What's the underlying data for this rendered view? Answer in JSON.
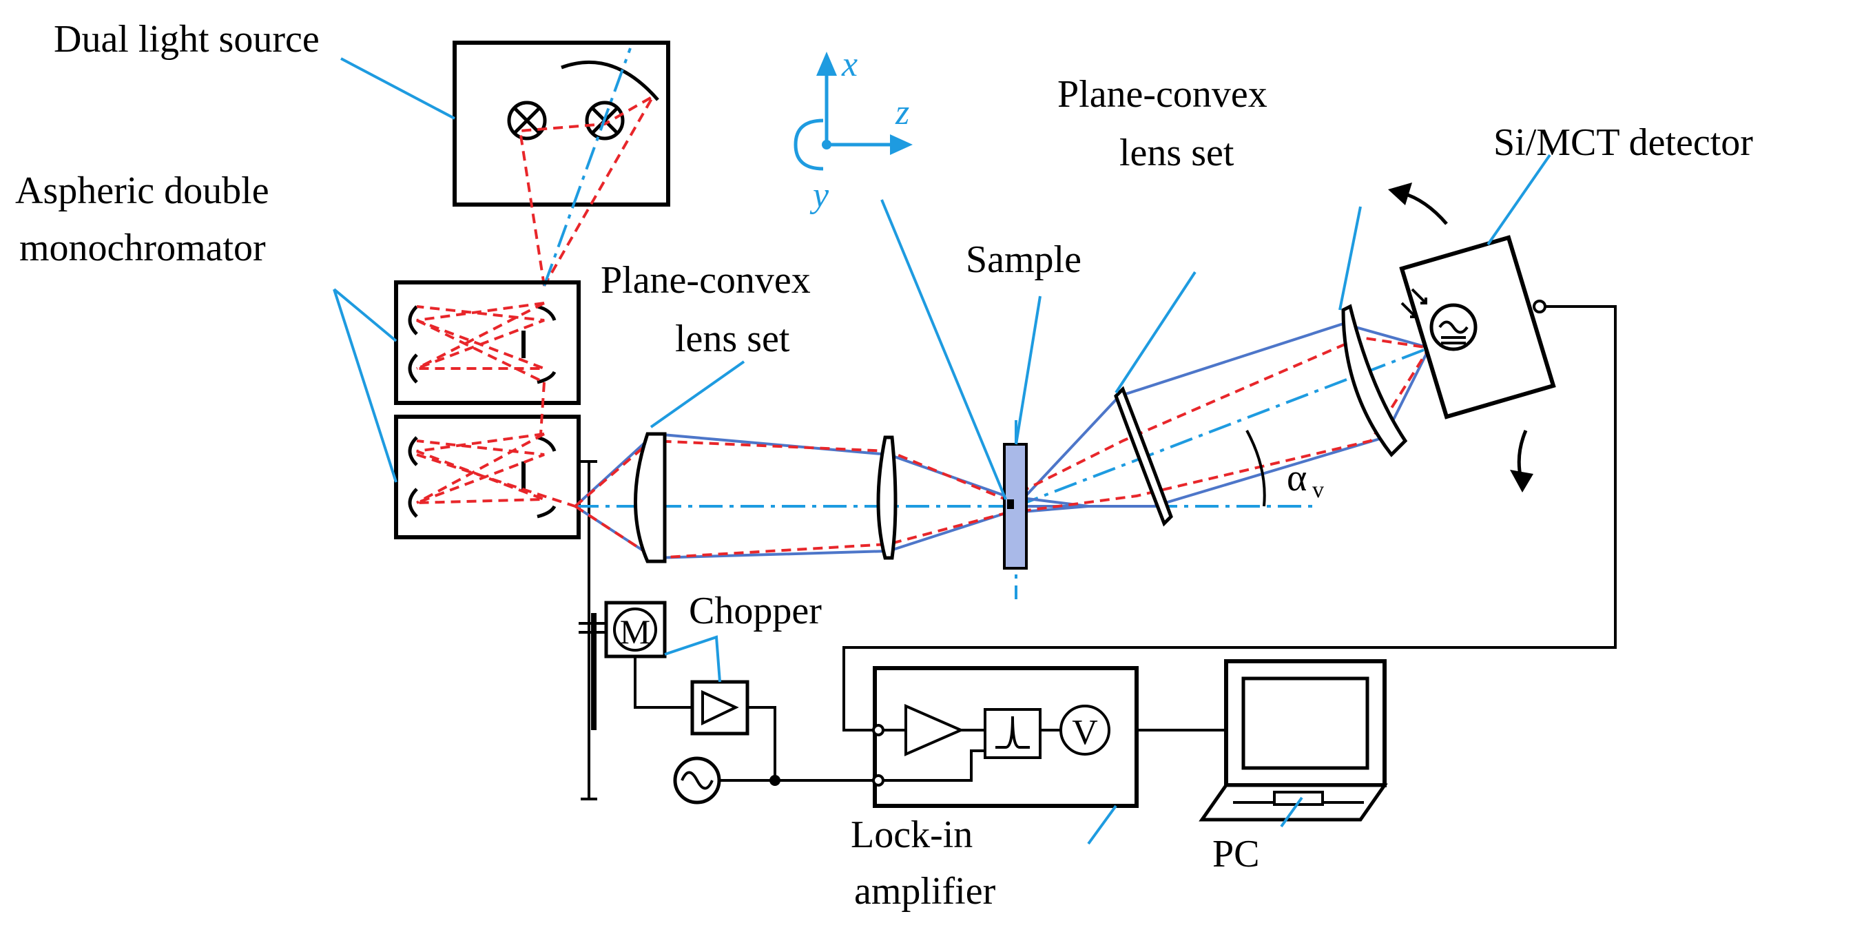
{
  "labels": {
    "dual_light_source": "Dual light source",
    "monochromator_line1": "Aspheric double",
    "monochromator_line2": "monochromator",
    "lens_set_1_line1": "Plane-convex",
    "lens_set_1_line2": "lens set",
    "lens_set_2_line1": "Plane-convex",
    "lens_set_2_line2": "lens set",
    "sample": "Sample",
    "detector": "Si/MCT detector",
    "chopper": "Chopper",
    "lockin_line1": "Lock-in",
    "lockin_line2": "amplifier",
    "pc": "PC",
    "angle": "α",
    "angle_sub": "v"
  },
  "axes": {
    "x": "x",
    "y": "y",
    "z": "z"
  },
  "symbols": {
    "motor": "M",
    "voltmeter": "V"
  },
  "colors": {
    "leader": "#1e9be0",
    "red_beam": "#e8262a",
    "blue_beam": "#4d76c9",
    "sample_fill": "#a9b9e8"
  }
}
